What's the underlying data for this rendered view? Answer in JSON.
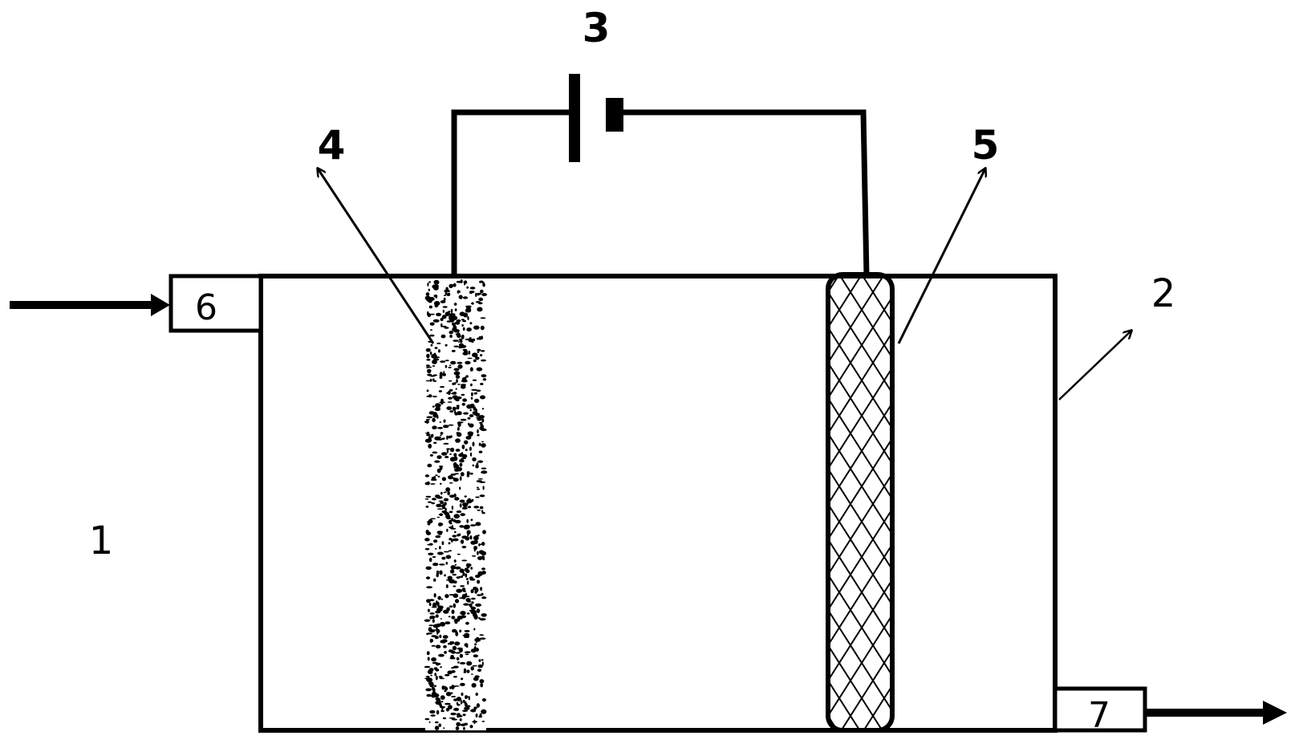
{
  "labels": {
    "reactor": "1",
    "tank_wall": "2",
    "power_source": "3",
    "porous_electrode": "4",
    "mesh_electrode": "5",
    "inlet": "6",
    "outlet": "7"
  },
  "colors": {
    "stroke": "#000000",
    "background": "#ffffff"
  }
}
